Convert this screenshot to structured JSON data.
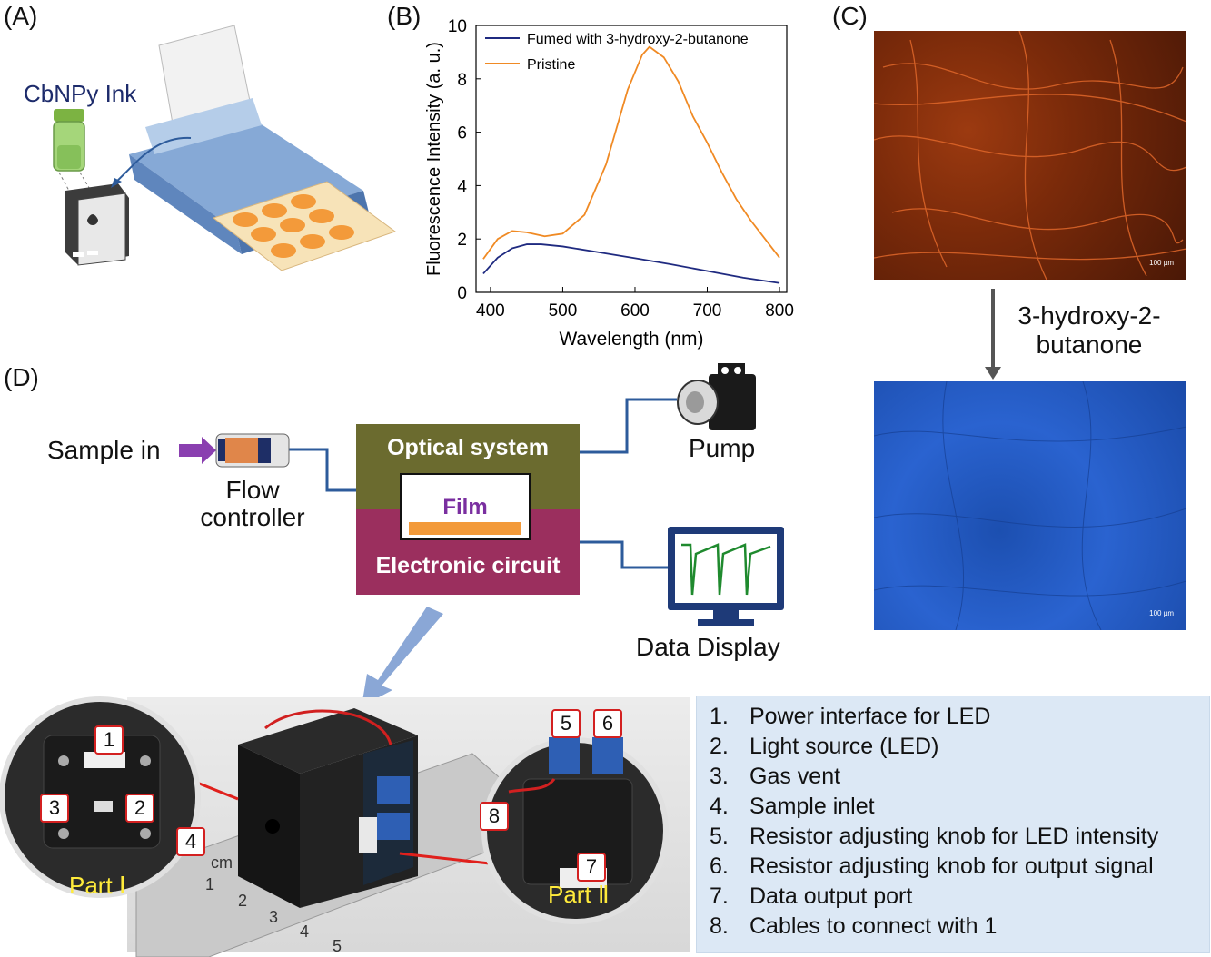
{
  "panels": {
    "a": "(A)",
    "b": "(B)",
    "c": "(C)",
    "d": "(D)"
  },
  "panel_a": {
    "ink_label": "CbNPy Ink"
  },
  "chart_data": {
    "type": "line",
    "xlabel": "Wavelength (nm)",
    "ylabel": "Fluorescence Intensity (a. u.)",
    "xlim": [
      380,
      810
    ],
    "ylim": [
      0,
      10
    ],
    "xticks": [
      400,
      500,
      600,
      700,
      800
    ],
    "yticks": [
      0,
      2,
      4,
      6,
      8,
      10
    ],
    "legend_position": "top-left",
    "grid": false,
    "series": [
      {
        "name": "Fumed with 3-hydroxy-2-butanone",
        "color": "#1f2a80",
        "x": [
          390,
          410,
          430,
          450,
          470,
          500,
          550,
          600,
          650,
          700,
          750,
          800
        ],
        "y": [
          0.7,
          1.3,
          1.65,
          1.8,
          1.8,
          1.72,
          1.5,
          1.28,
          1.05,
          0.8,
          0.55,
          0.35
        ]
      },
      {
        "name": "Pristine",
        "color": "#f08a24",
        "x": [
          390,
          410,
          430,
          450,
          475,
          500,
          530,
          560,
          590,
          610,
          620,
          640,
          660,
          680,
          700,
          720,
          740,
          760,
          780,
          800
        ],
        "y": [
          1.25,
          2.0,
          2.3,
          2.25,
          2.1,
          2.2,
          2.9,
          4.8,
          7.6,
          8.9,
          9.2,
          8.8,
          7.9,
          6.6,
          5.6,
          4.5,
          3.5,
          2.7,
          2.0,
          1.3
        ]
      }
    ]
  },
  "panel_c": {
    "arrow_label_line1": "3-hydroxy-2-",
    "arrow_label_line2": "butanone",
    "scale_top": "100 µm",
    "scale_bottom": "100 µm"
  },
  "panel_d": {
    "sample_in": "Sample in",
    "flow_controller_line1": "Flow",
    "flow_controller_line2": "controller",
    "optical_system": "Optical system",
    "film": "Film",
    "electronic_circuit": "Electronic circuit",
    "pump": "Pump",
    "data_display": "Data Display",
    "part1": "Part Ⅰ",
    "part2": "Part Ⅱ",
    "callouts": [
      "1",
      "2",
      "3",
      "4",
      "5",
      "6",
      "7",
      "8"
    ],
    "ruler_marks": [
      "cm",
      "1",
      "2",
      "3",
      "4",
      "5"
    ]
  },
  "legend": [
    {
      "num": "1.",
      "text": "Power interface for LED"
    },
    {
      "num": "2.",
      "text": "Light source (LED)"
    },
    {
      "num": "3.",
      "text": "Gas vent"
    },
    {
      "num": "4.",
      "text": "Sample inlet"
    },
    {
      "num": "5.",
      "text": "Resistor adjusting knob for LED intensity"
    },
    {
      "num": "6.",
      "text": "Resistor adjusting knob for output signal"
    },
    {
      "num": "7.",
      "text": "Data output port"
    },
    {
      "num": "8.",
      "text": "Cables to connect with 1"
    }
  ],
  "colors": {
    "optical_box": "#6b6b2f",
    "circuit_box": "#9b2f5e",
    "film_label": "#7a2fa0",
    "film_bar": "#f39a3a",
    "connector_line": "#2d5b9b",
    "arrow_red": "#e0201c",
    "part_label": "#ffeb3b"
  },
  "icons": [
    "ink-vial-icon",
    "printer-icon",
    "cartridge-icon",
    "pump-icon",
    "syringe-icon",
    "monitor-icon"
  ]
}
